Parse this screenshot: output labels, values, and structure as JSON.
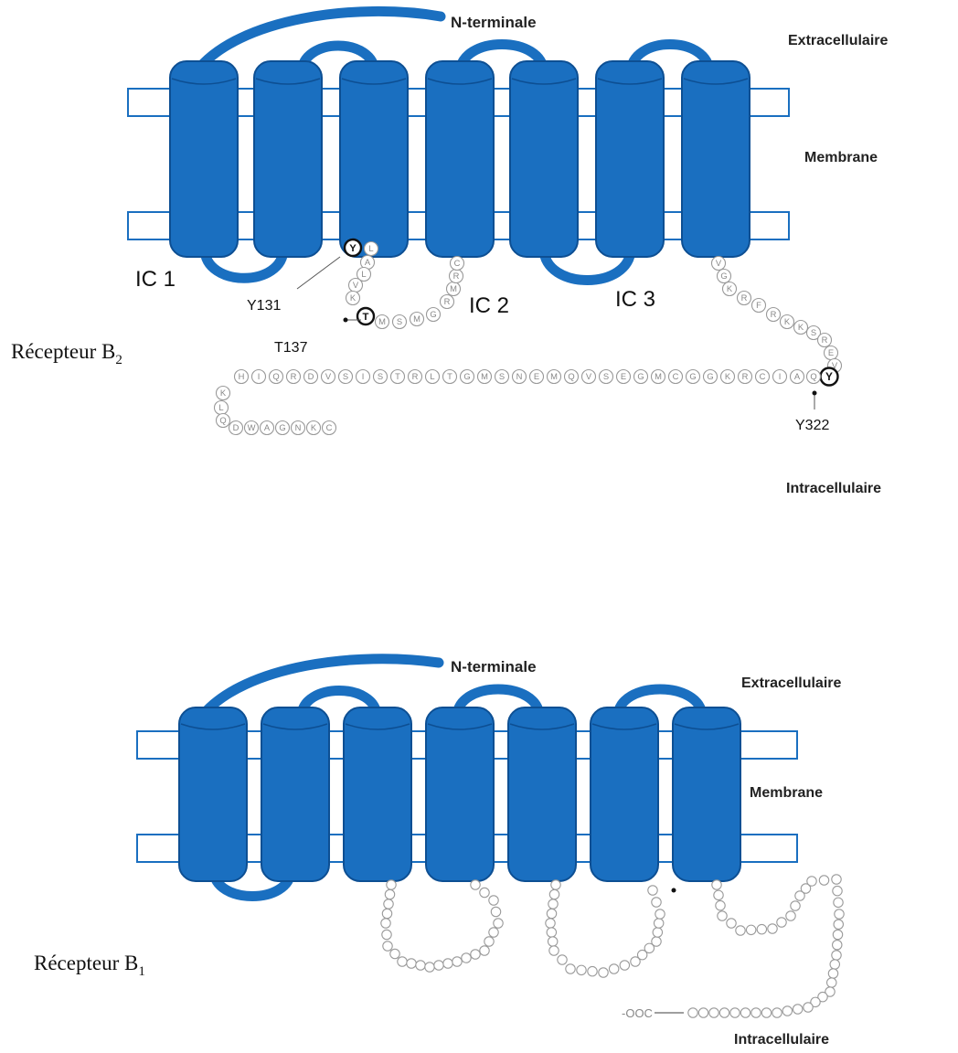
{
  "colors": {
    "helix": "#1a6fc0",
    "residue": "#9a9a9a",
    "highlight": "#111111"
  },
  "b2": {
    "label": "Récepteur B",
    "label_sub": "2",
    "n_terminal": "N-terminale",
    "extracellular": "Extracellulaire",
    "membrane": "Membrane",
    "intracellular": "Intracellulaire",
    "ic1": "IC 1",
    "ic2": "IC 2",
    "ic3": "IC 3",
    "y131": "Y131",
    "t137": "T137",
    "y322": "Y322",
    "loop_ic2_sequence": [
      "Y",
      "L",
      "A",
      "L",
      "V",
      "K",
      "T",
      "M",
      "S",
      "M",
      "G",
      "R",
      "M",
      "R",
      "C"
    ],
    "tail_sequence": [
      "V",
      "G",
      "K",
      "R",
      "F",
      "R",
      "K",
      "K",
      "S",
      "R",
      "E",
      "V",
      "Y",
      "Q",
      "A",
      "I",
      "C",
      "R",
      "K",
      "G",
      "G",
      "C",
      "M",
      "G",
      "E",
      "S",
      "V",
      "Q",
      "M",
      "E",
      "N",
      "S",
      "M",
      "G",
      "T",
      "L",
      "R",
      "T",
      "S",
      "I",
      "S",
      "V",
      "D",
      "R",
      "Q",
      "I",
      "H",
      "K",
      "L",
      "Q",
      "D",
      "W",
      "A",
      "G",
      "N",
      "K",
      "C"
    ]
  },
  "b1": {
    "label": "Récepteur B",
    "label_sub": "1",
    "n_terminal": "N-terminale",
    "extracellular": "Extracellulaire",
    "membrane": "Membrane",
    "intracellular": "Intracellulaire",
    "cooh": "-OOC"
  }
}
